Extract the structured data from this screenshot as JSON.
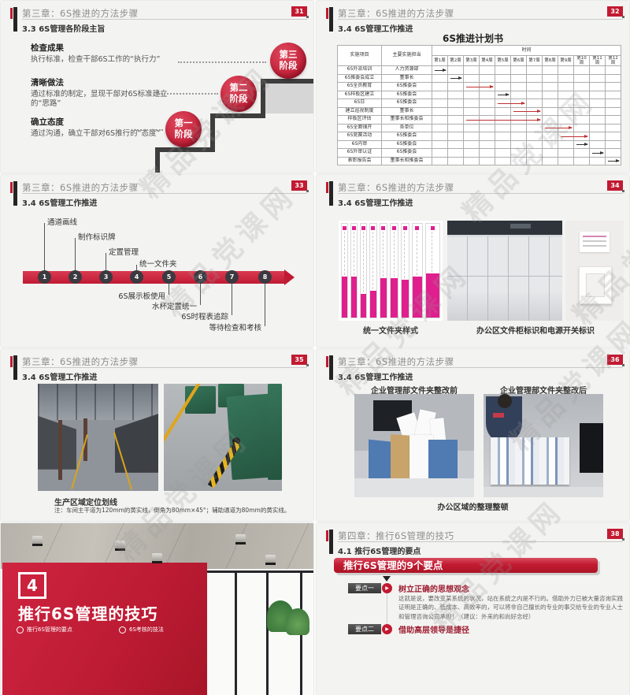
{
  "watermark": {
    "text": "精品党课网"
  },
  "colors": {
    "accent": "#c21a31",
    "accent_dark": "#a81628",
    "folder_magenta": "#df1f8e",
    "step_gray": "#3e3e3e"
  },
  "slides": {
    "s31": {
      "page": "31",
      "chapter": "第三章：6S推进的方法步骤",
      "section": "3.3 6S管理各阶段主旨",
      "blocks": [
        {
          "heading": "检查成果",
          "body": "执行标准，检查干部6S工作的“执行力”"
        },
        {
          "heading": "清晰做法",
          "body": "通过标准的制定，显现干部对6S标准建立的“思路”"
        },
        {
          "heading": "确立态度",
          "body": "通过沟通，确立干部对6S推行的“态度”"
        }
      ],
      "circles": [
        "第三阶段",
        "第二阶段",
        "第一阶段"
      ]
    },
    "s32": {
      "page": "32",
      "chapter": "第三章：6S推进的方法步骤",
      "section": "3.4 6S管理工作推进",
      "chart_title": "6S推进计划书",
      "gantt": {
        "col_item": "实施项目",
        "col_owner": "主要实施担当",
        "col_time": "时间",
        "weeks": [
          "第1周",
          "第2周",
          "第3周",
          "第4周",
          "第5周",
          "第6周",
          "第7周",
          "第8周",
          "第9周",
          "第10周",
          "第11周",
          "第12周"
        ],
        "rows": [
          {
            "item": "6S外派培训",
            "owner": "人力资源部",
            "start": 1,
            "end": 1,
            "color": "black"
          },
          {
            "item": "6S推委会成立",
            "owner": "董事长",
            "start": 2,
            "end": 2,
            "color": "black"
          },
          {
            "item": "6S全员教育",
            "owner": "6S推委会",
            "start": 3,
            "end": 4,
            "color": "red"
          },
          {
            "item": "6S样板区建立",
            "owner": "6S推委会",
            "start": 5,
            "end": 5,
            "color": "black"
          },
          {
            "item": "6S日",
            "owner": "6S推委会",
            "start": 5,
            "end": 6,
            "color": "red"
          },
          {
            "item": "建立巡视制度",
            "owner": "董事长",
            "start": 6,
            "end": 7,
            "color": "red"
          },
          {
            "item": "样板区评估",
            "owner": "董事长和推委会",
            "start": 3,
            "end": 7,
            "color": "red"
          },
          {
            "item": "6S全面铺开",
            "owner": "各单位",
            "start": 8,
            "end": 9,
            "color": "red"
          },
          {
            "item": "6S竞赛活动",
            "owner": "6S推委会",
            "start": 9,
            "end": 10,
            "color": "red"
          },
          {
            "item": "6S内审",
            "owner": "6S推委会",
            "start": 10,
            "end": 10,
            "color": "black"
          },
          {
            "item": "6S外审认证",
            "owner": "6S推委会",
            "start": 11,
            "end": 11,
            "color": "black"
          },
          {
            "item": "表彰报告会",
            "owner": "董事长和推委会",
            "start": 12,
            "end": 12,
            "color": "black"
          }
        ]
      }
    },
    "s33": {
      "page": "33",
      "chapter": "第三章：6S推进的方法步骤",
      "section": "3.4 6S管理工作推进",
      "timeline": [
        {
          "num": "1",
          "label": "通道画线",
          "side": "above"
        },
        {
          "num": "2",
          "label": "制作标识牌",
          "side": "above"
        },
        {
          "num": "3",
          "label": "定置管理",
          "side": "above"
        },
        {
          "num": "4",
          "label": "统一文件夹",
          "side": "above"
        },
        {
          "num": "5",
          "label": "6S展示板使用",
          "side": "below"
        },
        {
          "num": "6",
          "label": "水杯定置统一",
          "side": "below"
        },
        {
          "num": "7",
          "label": "6S时程表追踪",
          "side": "below"
        },
        {
          "num": "8",
          "label": "等待检查和考核",
          "side": "below"
        }
      ]
    },
    "s34": {
      "page": "34",
      "chapter": "第三章：6S推进的方法步骤",
      "section": "3.4 6S管理工作推进",
      "caption_left": "统一文件夹样式",
      "caption_right": "办公区文件柜标识和电源开关标识"
    },
    "s35": {
      "page": "35",
      "chapter": "第三章：6S推进的方法步骤",
      "section": "3.4 6S管理工作推进",
      "caption_title": "生产区域定位划线",
      "caption_note": "注：车间主干道为120mm的黄实线，倒角为80mm×45°；辅助通道为80mm的黄实线。"
    },
    "s36": {
      "page": "36",
      "chapter": "第三章：6S推进的方法步骤",
      "section": "3.4 6S管理工作推进",
      "caption_before": "企业管理部文件夹整改前",
      "caption_after": "企业管理部文件夹整改后",
      "caption_bottom": "办公区域的整理整顿"
    },
    "s37": {
      "number": "4",
      "title": "推行6S管理的技巧",
      "bullets": [
        "推行6S管理的要点",
        "6S考核的技法"
      ]
    },
    "s38": {
      "page": "38",
      "chapter": "第四章：推行6S管理的技巧",
      "section": "4.1 推行6S管理的要点",
      "banner": "推行6S管理的9个要点",
      "points": [
        {
          "tag": "要点一",
          "heading": "树立正确的思想观念",
          "body": "这就是说，要改变某系统的状况，站在系统之内是不行的。借助外力已被大量咨询实践证明是正确的、低成本、高效率的，可以将非自己擅长的专业的事交给专业的专业人士和管理咨询公司承担！（建议：外来的和尚好念经）"
        },
        {
          "tag": "要点二",
          "heading": "借助高层领导是捷径",
          "body": ""
        }
      ]
    }
  }
}
